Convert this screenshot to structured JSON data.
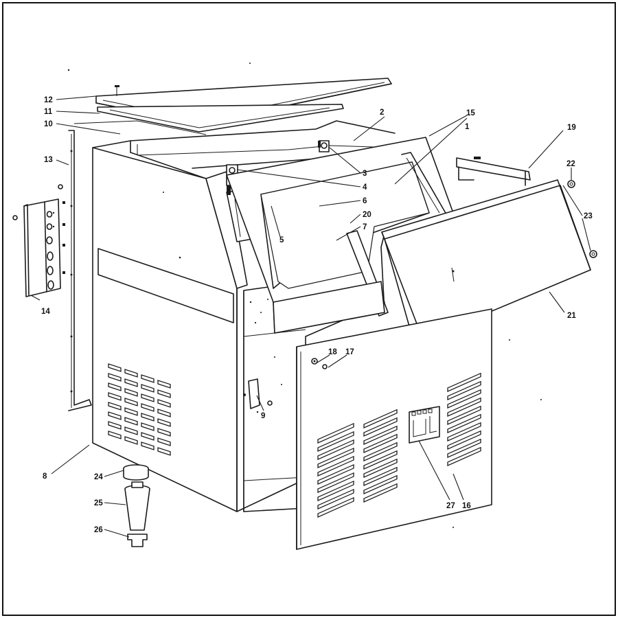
{
  "diagram": {
    "labels": [
      {
        "id": "p1",
        "text": "1"
      },
      {
        "id": "p2",
        "text": "2"
      },
      {
        "id": "p3",
        "text": "3"
      },
      {
        "id": "p4",
        "text": "4"
      },
      {
        "id": "p5",
        "text": "5"
      },
      {
        "id": "p6",
        "text": "6"
      },
      {
        "id": "p7",
        "text": "7"
      },
      {
        "id": "p8",
        "text": "8"
      },
      {
        "id": "p9",
        "text": "9"
      },
      {
        "id": "p10",
        "text": "10"
      },
      {
        "id": "p11",
        "text": "11"
      },
      {
        "id": "p12",
        "text": "12"
      },
      {
        "id": "p13",
        "text": "13"
      },
      {
        "id": "p14",
        "text": "14"
      },
      {
        "id": "p15",
        "text": "15"
      },
      {
        "id": "p16",
        "text": "16"
      },
      {
        "id": "p17",
        "text": "17"
      },
      {
        "id": "p18",
        "text": "18"
      },
      {
        "id": "p19",
        "text": "19"
      },
      {
        "id": "p20",
        "text": "20"
      },
      {
        "id": "p21",
        "text": "21"
      },
      {
        "id": "p22",
        "text": "22"
      },
      {
        "id": "p23",
        "text": "23"
      },
      {
        "id": "p24",
        "text": "24"
      },
      {
        "id": "p25",
        "text": "25"
      },
      {
        "id": "p26",
        "text": "26"
      },
      {
        "id": "p27",
        "text": "27"
      }
    ]
  }
}
